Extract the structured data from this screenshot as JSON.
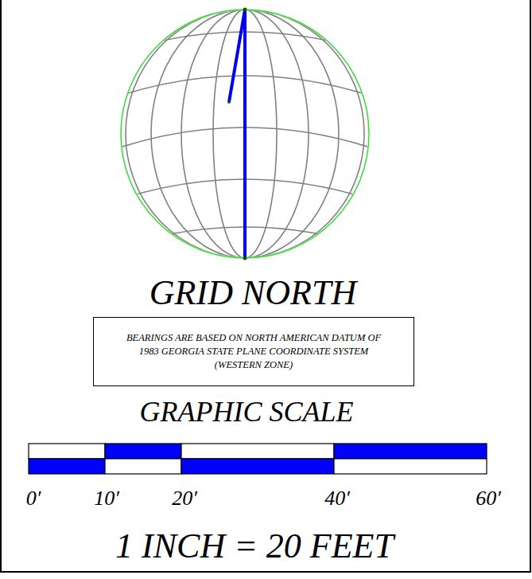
{
  "diagram": {
    "nodes": [
      {
        "text": [
          "BEARINGS ARE BASED ON NORTH AMERICAN DATUM OF 1983 GEORGIA STATE PLANE COORDINATE SYSTEM (WESTERN ZONE)"
        ]
      }
    ],
    "labels": [
      "GRID NORTH",
      "GRAPHIC SCALE",
      "0′",
      "10′",
      "20′",
      "40′",
      "60′",
      "1 INCH = 20 FEET"
    ]
  }
}
